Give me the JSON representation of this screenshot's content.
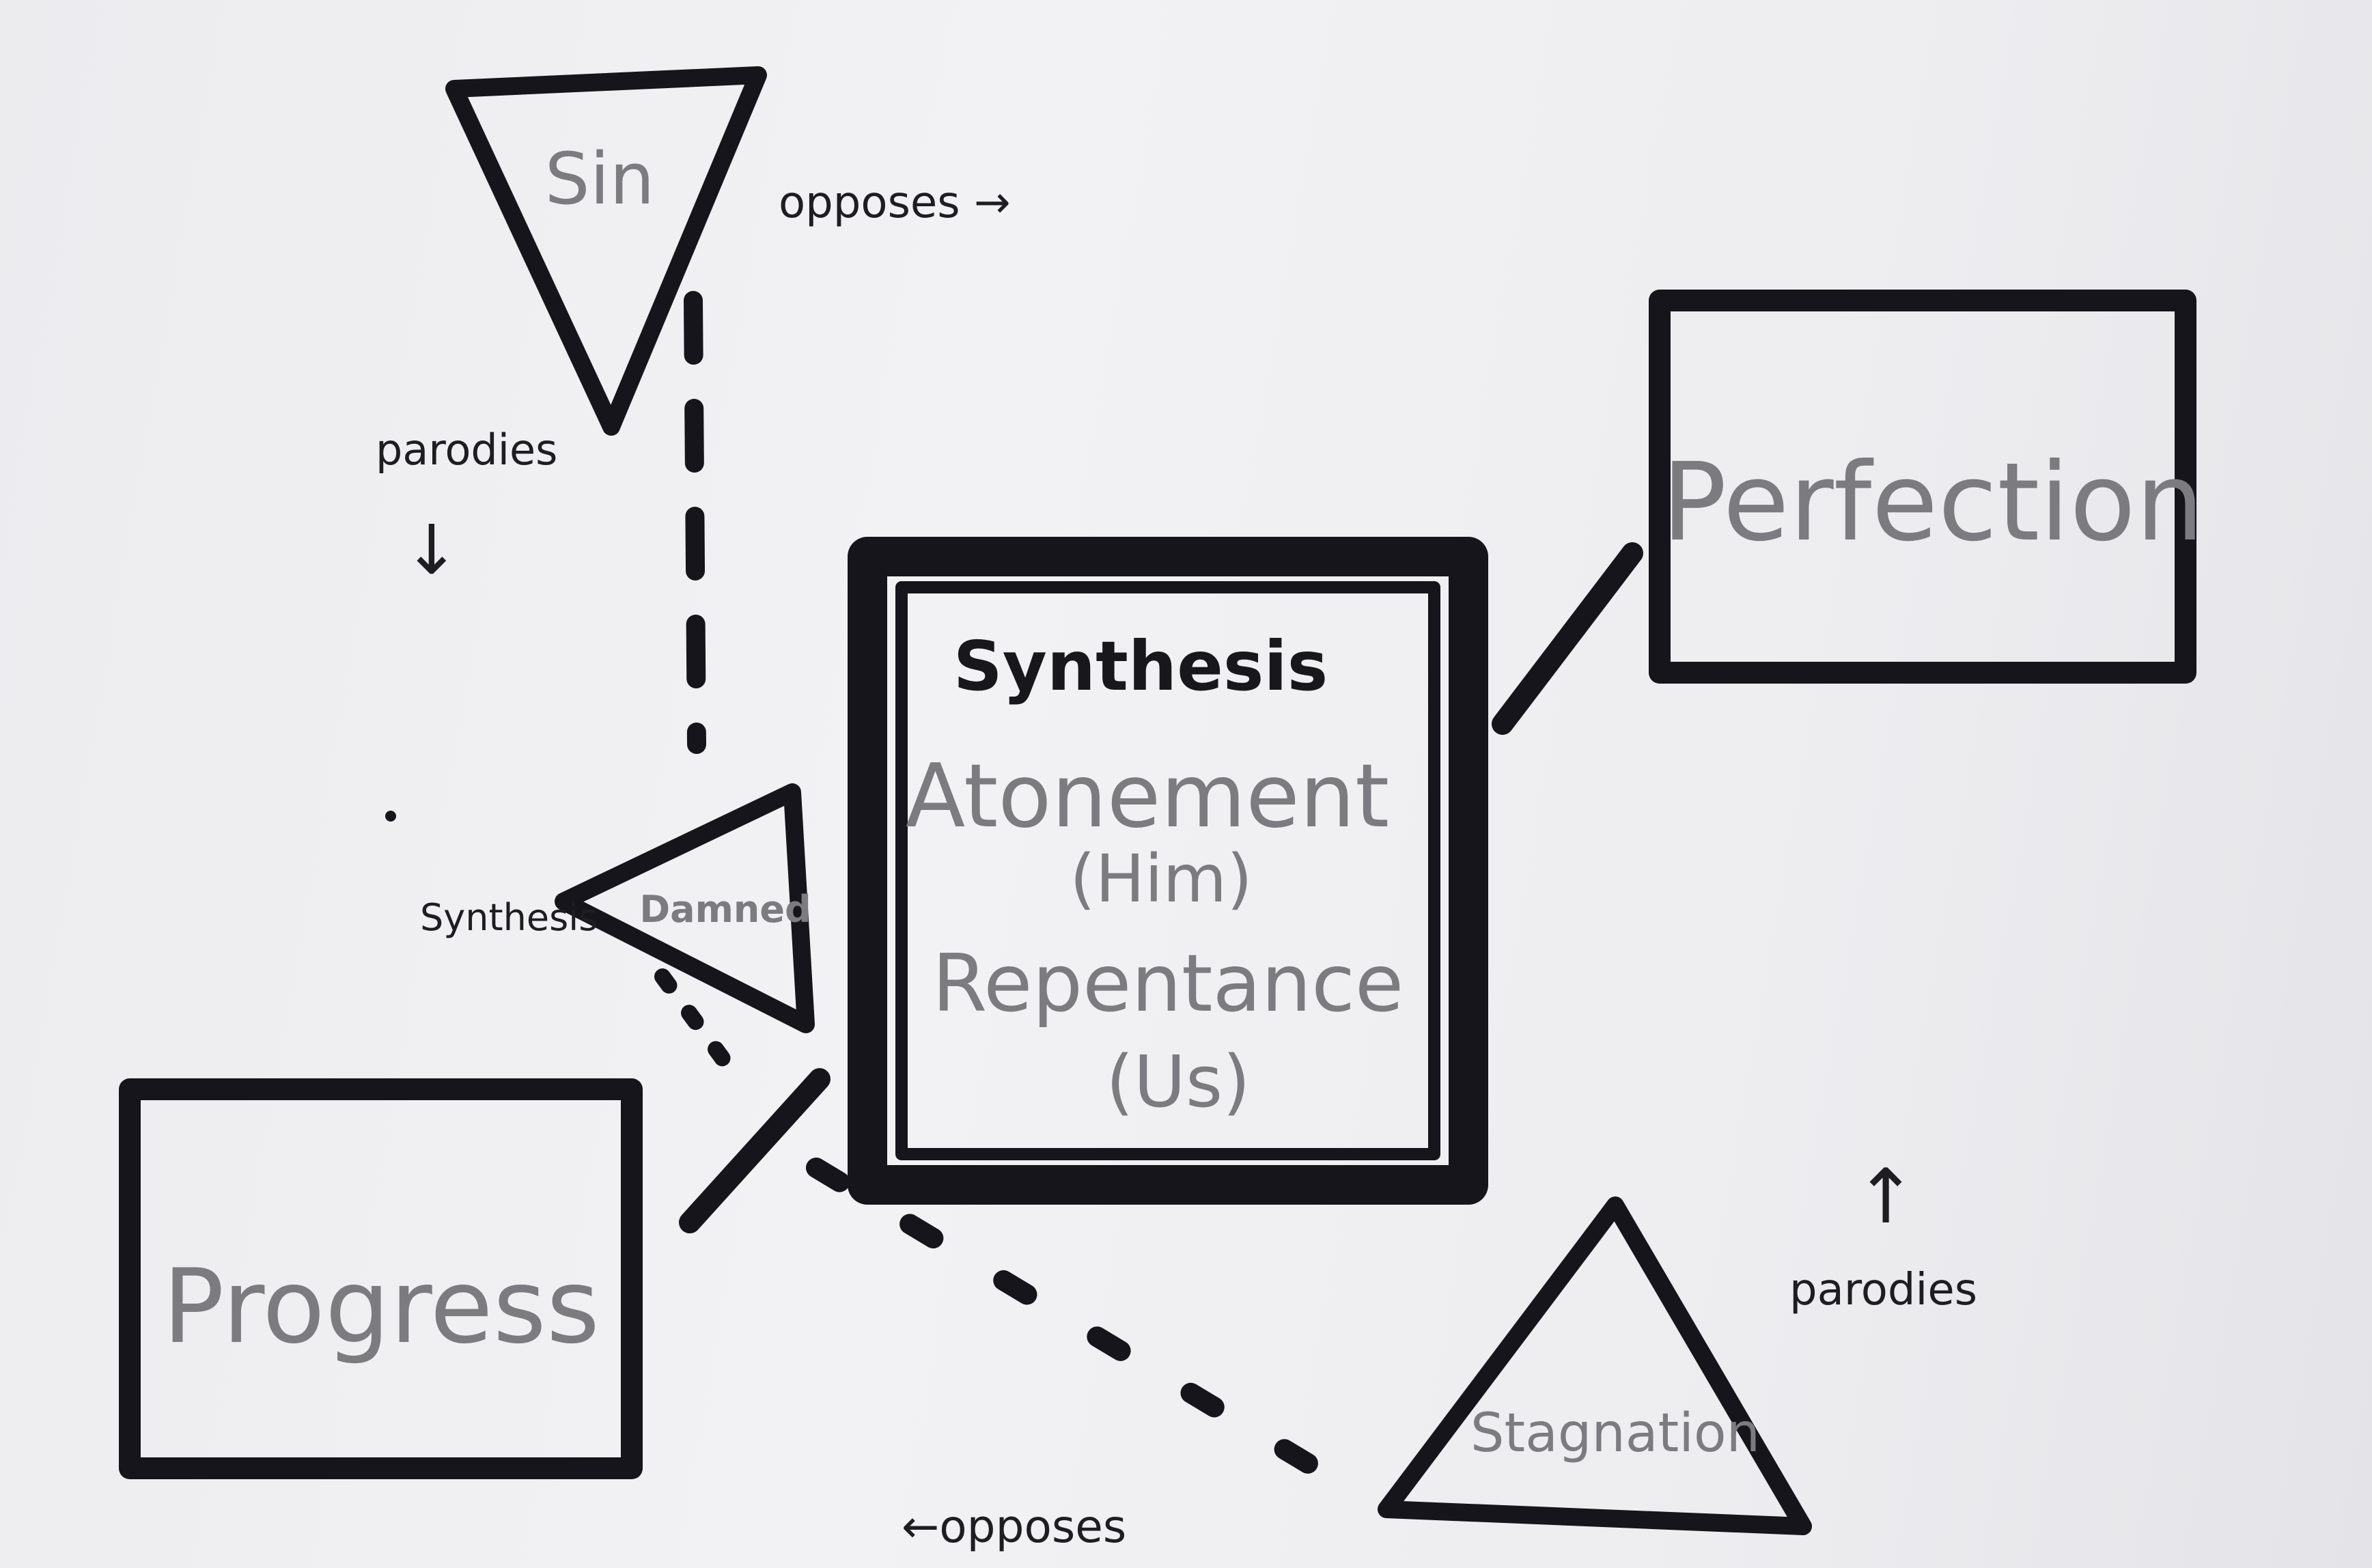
{
  "nodes": {
    "sin": "Sin",
    "perfection": "Perfection",
    "synthesis_title": "Synthesis",
    "atonement": "Atonement",
    "him": "(Him)",
    "repentance": "Repentance",
    "us": "(Us)",
    "damned": "Damned",
    "synthesis_side": "Synthesis",
    "progress": "Progress",
    "stagnation": "Stagnation"
  },
  "relations": {
    "opposes_top": "opposes →",
    "parodies_left": "parodies",
    "parodies_left_arrow": "↓",
    "parodies_right": "parodies",
    "parodies_right_arrow": "↑",
    "opposes_bottom": "←opposes"
  },
  "colors": {
    "ink": "#16151b",
    "pencil": "#7c7b80",
    "paper": "#efeff2"
  }
}
